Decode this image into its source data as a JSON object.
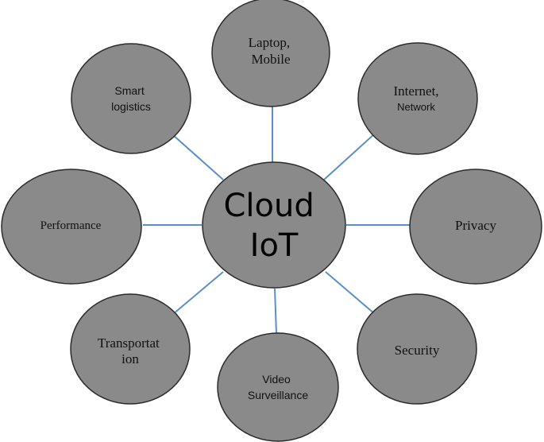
{
  "colors": {
    "node_fill": "#8a8a8a",
    "node_stroke": "#2b2b2b",
    "connector": "#5b8fc7",
    "text": "#111111"
  },
  "center": {
    "line1": "Cloud",
    "line2": "IoT"
  },
  "nodes": {
    "laptop": {
      "line1": "Laptop,",
      "line2": "Mobile"
    },
    "internet": {
      "line1": "Internet,",
      "line2": "Network"
    },
    "privacy": {
      "line1": "Privacy"
    },
    "security": {
      "line1": "Security"
    },
    "video": {
      "line1": "Video",
      "line2": "Surveillance"
    },
    "transport": {
      "line1": "Transportat",
      "line2": "ion"
    },
    "performance": {
      "line1": "Performance"
    },
    "logistics": {
      "line1": "Smart",
      "line2": "logistics"
    }
  }
}
